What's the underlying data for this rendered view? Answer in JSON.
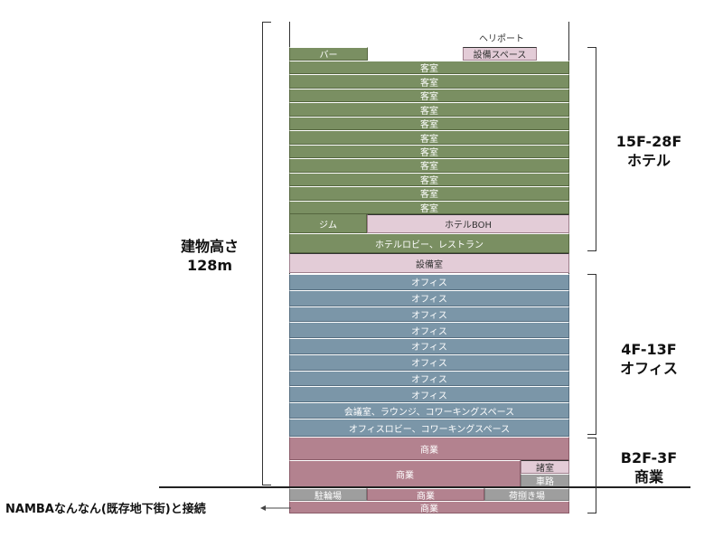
{
  "roof": {
    "heliport": "ヘリポート"
  },
  "floors": {
    "bar": "バー",
    "equip_space": "設備スペース",
    "guest_room": "客室",
    "gym": "ジム",
    "hotel_boh": "ホテルBOH",
    "hotel_lobby": "ホテルロビー、レストラン",
    "equip_room": "設備室",
    "office": "オフィス",
    "meeting": "会議室、ラウンジ、コワーキングスペース",
    "office_lobby": "オフィスロビー、コワーキングスペース",
    "commercial": "商業",
    "misc_room": "諸室",
    "car_road": "車路",
    "bike_parking": "駐輪場",
    "loading": "荷捌き場"
  },
  "guest_room_count": 11,
  "office_count": 8,
  "zones": {
    "hotel": {
      "range": "15F-28F",
      "name": "ホテル"
    },
    "office": {
      "range": "4F-13F",
      "name": "オフィス"
    },
    "commercial": {
      "range": "B2F-3F",
      "name": "商業"
    }
  },
  "height": {
    "label": "建物高さ",
    "value": "128m"
  },
  "connection": "NAMBAなんなん(既存地下街)と接続",
  "colors": {
    "hotel": "#7a8f62",
    "office": "#7b96a8",
    "service": "#e3ccd7",
    "commercial": "#b3828f",
    "utility": "#9e9e9e"
  }
}
